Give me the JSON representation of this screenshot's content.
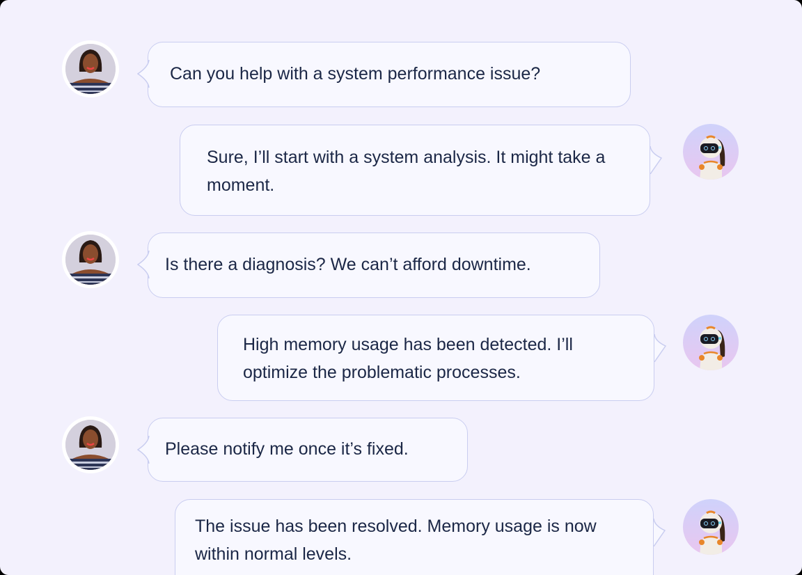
{
  "conversation": {
    "colors": {
      "background": "#f3f1fd",
      "bubble_fill": "#f8f8ff",
      "bubble_border": "#c9cdf0",
      "text": "#1b2746"
    },
    "messages": [
      {
        "sender": "user",
        "avatar": "user-avatar-photo",
        "text": "Can you help with a system performance issue?"
      },
      {
        "sender": "bot",
        "avatar": "robot-avatar",
        "text": "Sure, I’ll start with a system analysis. It might take a moment."
      },
      {
        "sender": "user",
        "avatar": "user-avatar-photo",
        "text": "Is there a diagnosis? We can’t afford downtime."
      },
      {
        "sender": "bot",
        "avatar": "robot-avatar",
        "text": "High memory usage has been detected. I’ll optimize the problematic processes."
      },
      {
        "sender": "user",
        "avatar": "user-avatar-photo",
        "text": "Please notify me once it’s fixed."
      },
      {
        "sender": "bot",
        "avatar": "robot-avatar",
        "text": "The issue has been resolved. Memory usage is now within normal levels."
      }
    ]
  }
}
